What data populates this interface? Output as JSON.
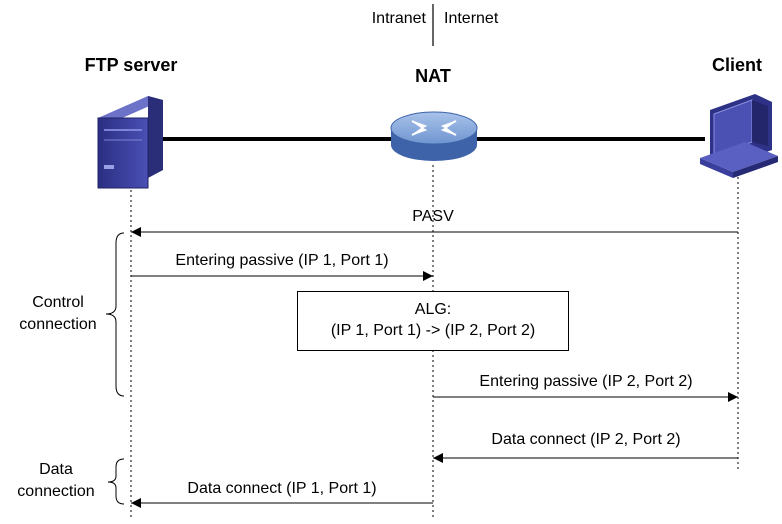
{
  "zones": {
    "left": "Intranet",
    "right": "Internet"
  },
  "nodes": {
    "server": "FTP server",
    "nat": "NAT",
    "client": "Client"
  },
  "messages": [
    "PASV",
    "Entering passive (IP 1, Port 1)",
    "Entering passive (IP 2, Port 2)",
    "Data connect (IP 2, Port 2)",
    "Data connect (IP 1, Port 1)"
  ],
  "alg": {
    "line1": "ALG:",
    "line2": "(IP 1, Port 1) -> (IP 2, Port 2)"
  },
  "phases": {
    "control": {
      "line1": "Control",
      "line2": "connection"
    },
    "data": {
      "line1": "Data",
      "line2": "connection"
    }
  },
  "colors": {
    "device_blue": "#3a3f9e",
    "router_blue": "#5f86c4"
  }
}
